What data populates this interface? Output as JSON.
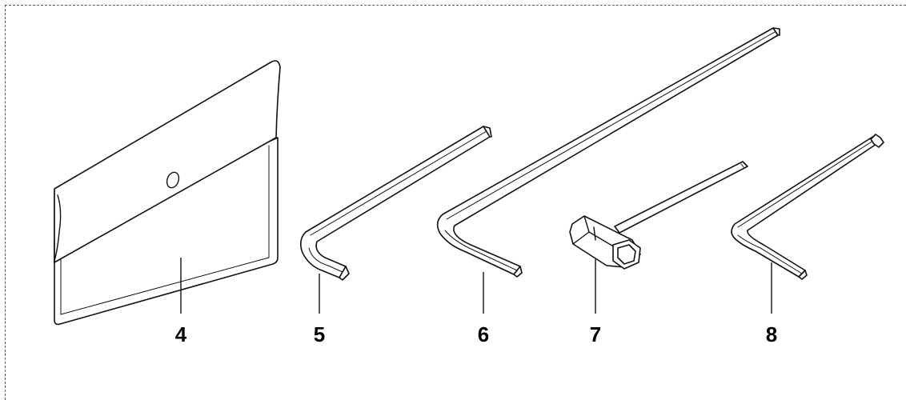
{
  "callouts": {
    "item_4": "4",
    "item_5": "5",
    "item_6": "6",
    "item_7": "7",
    "item_8": "8"
  },
  "items": [
    {
      "callout": "4",
      "icon": "tool-pouch-icon"
    },
    {
      "callout": "5",
      "icon": "allen-key-short-icon"
    },
    {
      "callout": "6",
      "icon": "allen-key-long-icon"
    },
    {
      "callout": "7",
      "icon": "spark-plug-socket-wrench-icon"
    },
    {
      "callout": "8",
      "icon": "torx-key-icon"
    }
  ],
  "colors": {
    "line": "#111111",
    "frame": "#555555",
    "background": "#ffffff"
  }
}
